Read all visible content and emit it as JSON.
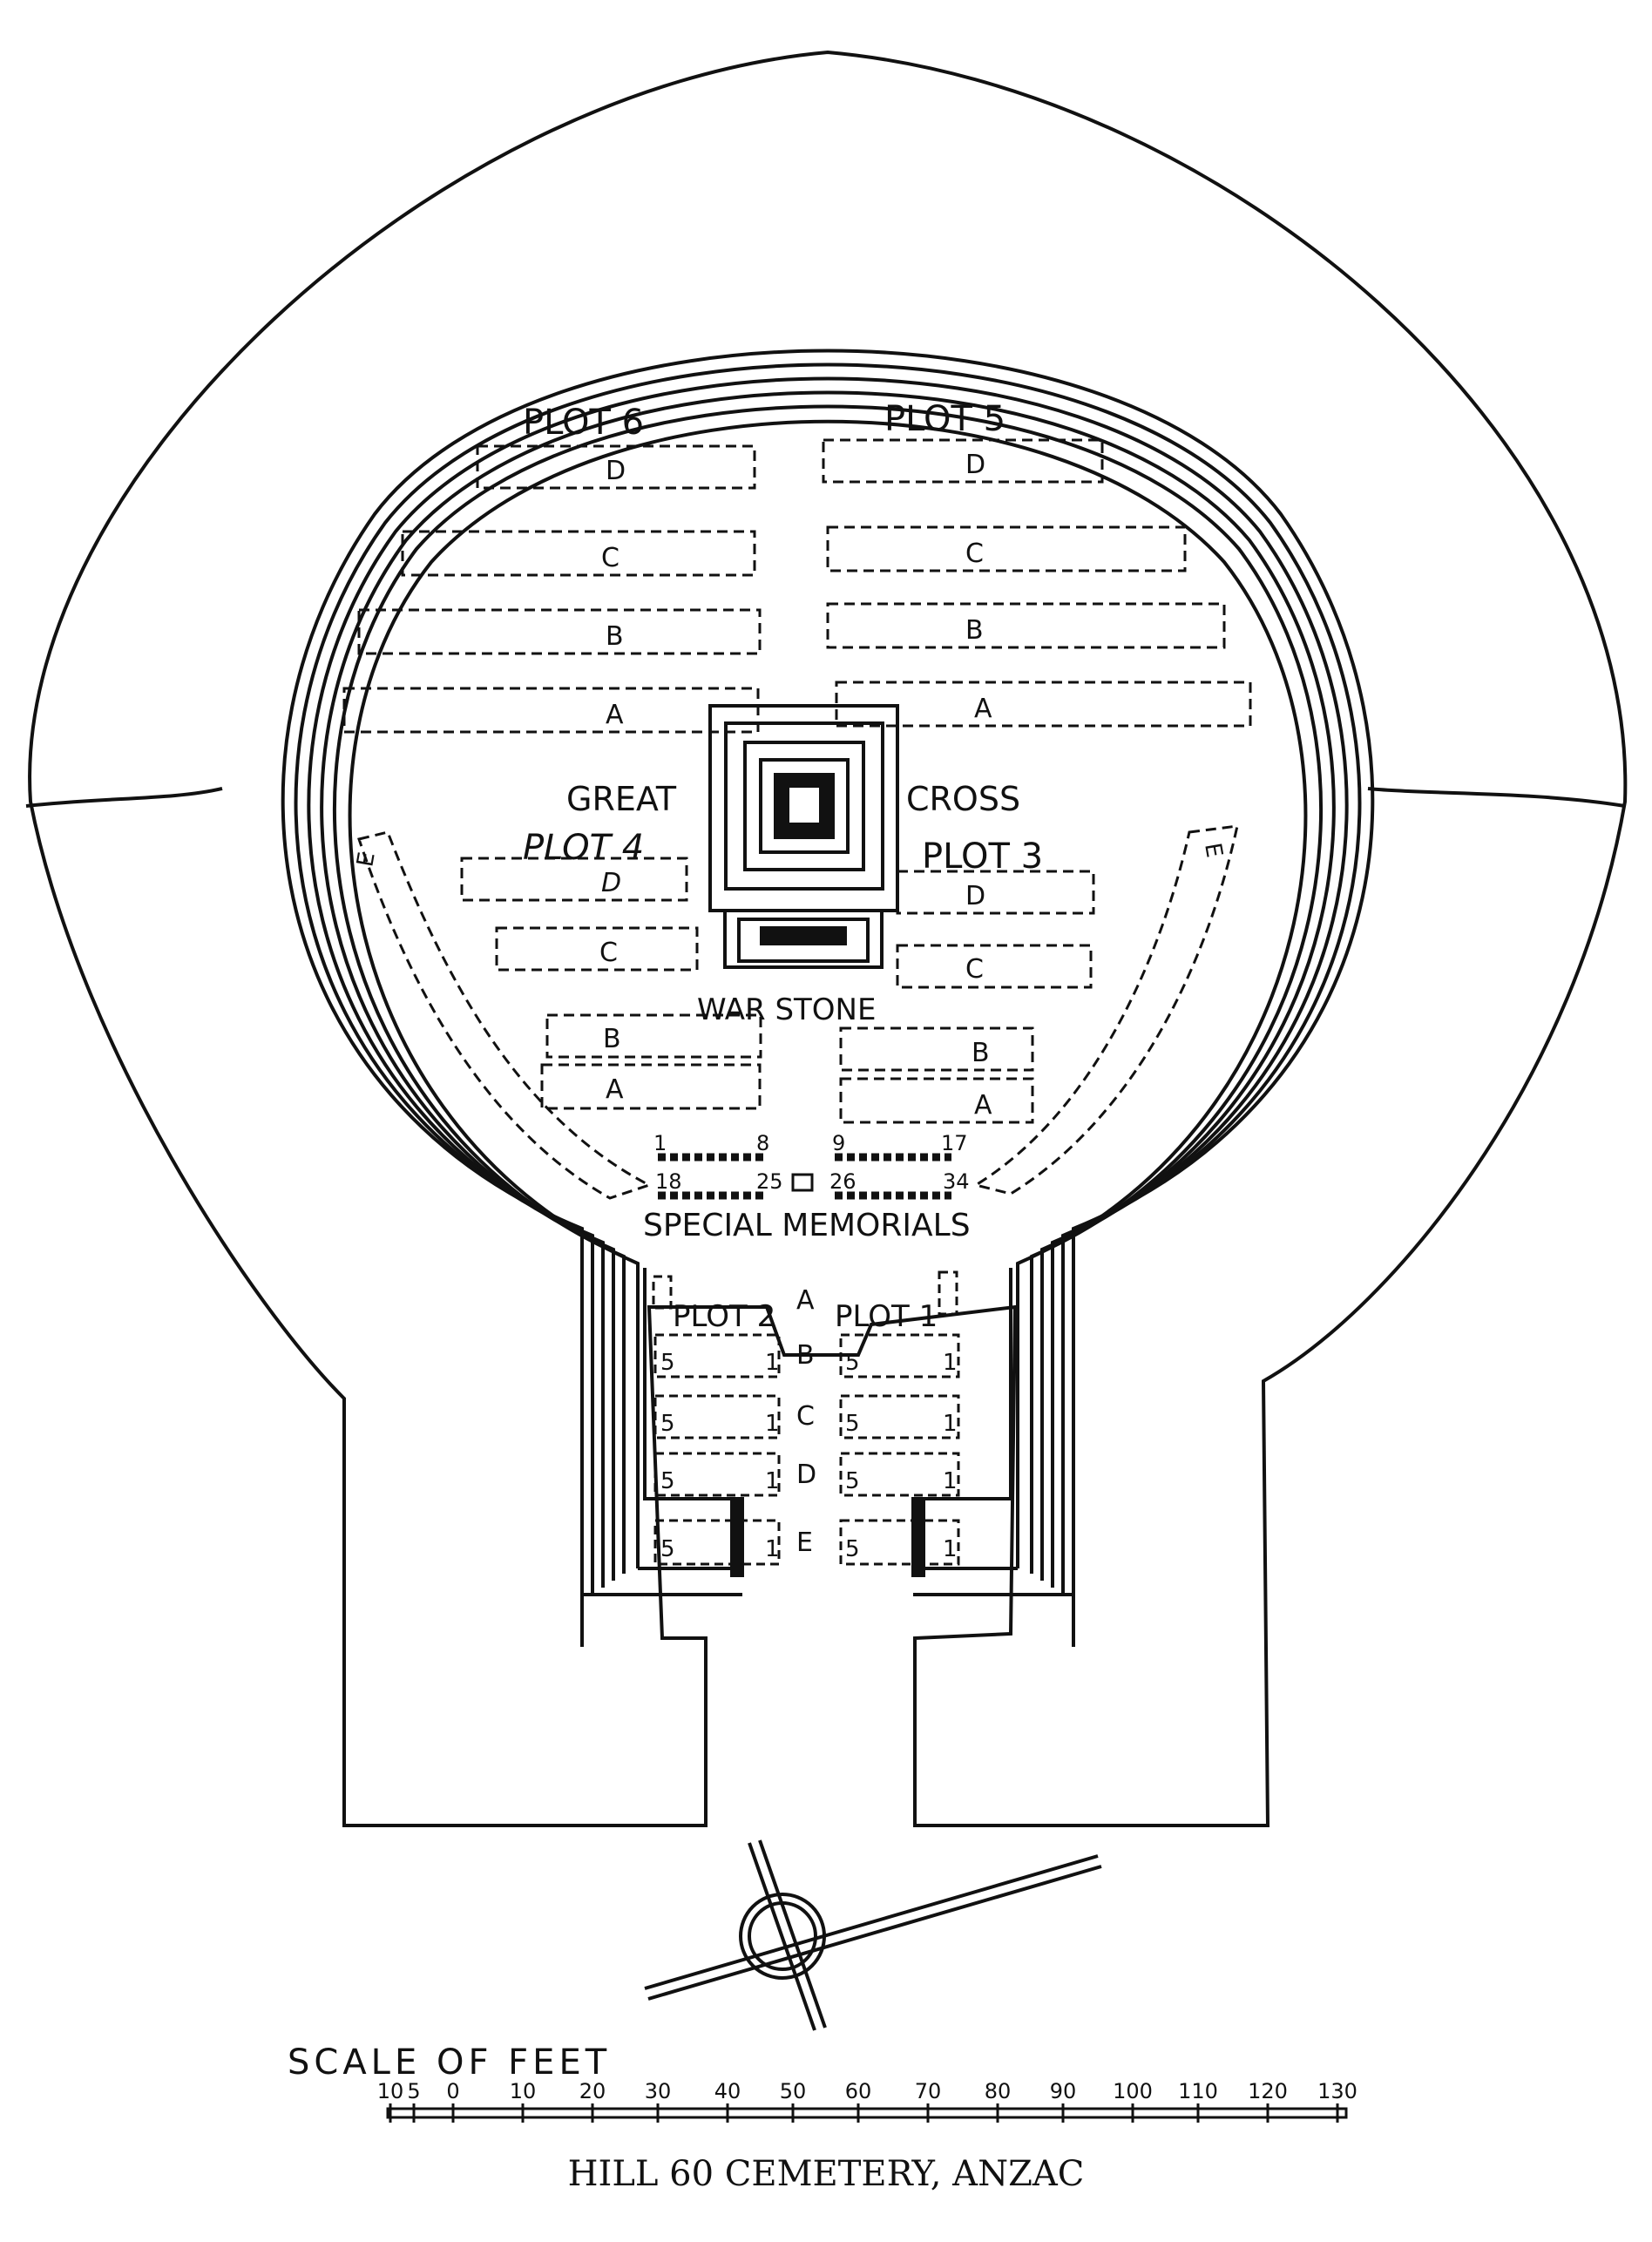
{
  "plot_labels": {
    "plot6": "PLOT 6",
    "plot5": "PLOT 5",
    "plot4": "PLOT 4",
    "plot3": "PLOT 3",
    "plot2": "PLOT 2",
    "plot1": "PLOT 1"
  },
  "monuments": {
    "great": "GREAT",
    "cross": "CROSS",
    "war_stone": "WAR STONE",
    "special_memorials": "SPECIAL MEMORIALS"
  },
  "rows": {
    "A": "A",
    "B": "B",
    "C": "C",
    "D": "D",
    "E": "E"
  },
  "row_ends": {
    "first": "5",
    "last": "1"
  },
  "memorial_numbers": {
    "n1": "1",
    "n8": "8",
    "n9": "9",
    "n17": "17",
    "n18": "18",
    "n25": "25",
    "n26": "26",
    "n34": "34"
  },
  "scale": {
    "title": "SCALE OF FEET",
    "ticks": [
      "10",
      "5",
      "0",
      "10",
      "20",
      "30",
      "40",
      "50",
      "60",
      "70",
      "80",
      "90",
      "100",
      "110",
      "120",
      "130"
    ]
  },
  "caption": "HILL 60 CEMETERY, ANZAC",
  "colors": {
    "ink": "#111111",
    "paper": "#ffffff"
  }
}
